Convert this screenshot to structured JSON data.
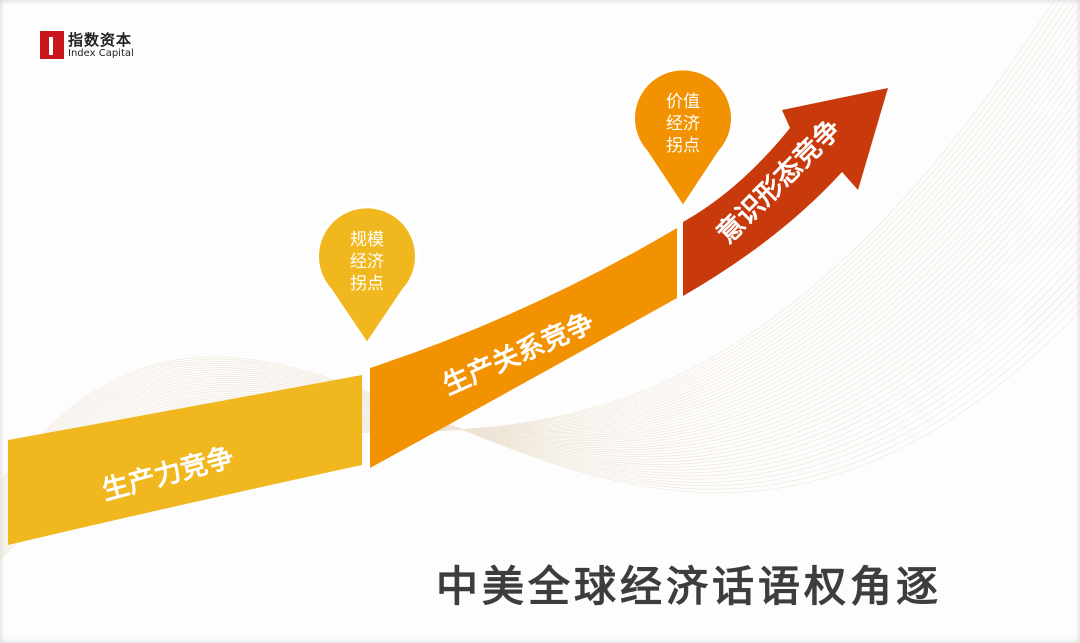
{
  "logo": {
    "name_cn": "指数资本",
    "name_en": "Index Capital"
  },
  "stages": [
    {
      "label": "生产力竞争",
      "color": "#F0B81E"
    },
    {
      "label": "生产关系竞争",
      "color": "#F39200"
    },
    {
      "label": "意识形态竞争",
      "color": "#C8390B"
    }
  ],
  "milestones": [
    {
      "lines": [
        "规模",
        "经济",
        "拐点"
      ],
      "color": "#F0B81E"
    },
    {
      "lines": [
        "价值",
        "经济",
        "拐点"
      ],
      "color": "#F39200"
    }
  ],
  "title": "中美全球经济话语权角逐"
}
